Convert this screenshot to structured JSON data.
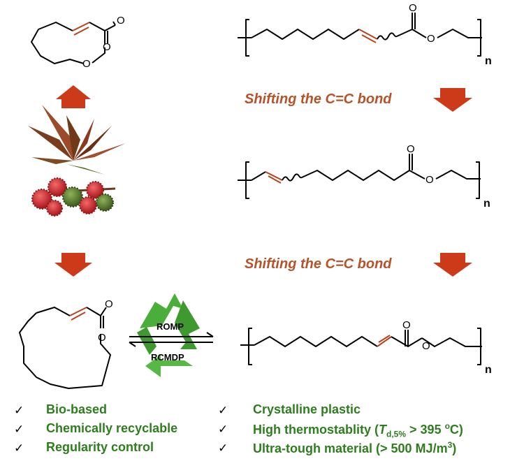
{
  "colors": {
    "bond_highlight": "#b8431c",
    "arrow": "#cc3a1a",
    "shift_text": "#b5532a",
    "feature_text": "#2e7d1e",
    "recycle_green": "#4cae3a"
  },
  "shift_labels": [
    "Shifting the C=C bond",
    "Shifting the C=C bond"
  ],
  "atoms": {
    "oxygen": "O",
    "repeat_n": "n"
  },
  "recycle": {
    "icon": "recycle-icon",
    "forward": "ROMP",
    "reverse": "RCMDP"
  },
  "plant_icon": "castor-plant-icon",
  "features_left": [
    "Bio-based",
    "Chemically recyclable",
    "Regularity control"
  ],
  "features_right": {
    "crystalline": "Crystalline plastic",
    "thermo_prefix": "High thermostablity (",
    "thermo_T": "T",
    "thermo_sub": "d,5%",
    "thermo_suffix": " > 395 ",
    "thermo_deg": "o",
    "thermo_end": "C)",
    "tough_prefix": "Ultra-tough material (> 500 MJ/m",
    "tough_sup": "3",
    "tough_end": ")"
  },
  "check_mark": "✓"
}
